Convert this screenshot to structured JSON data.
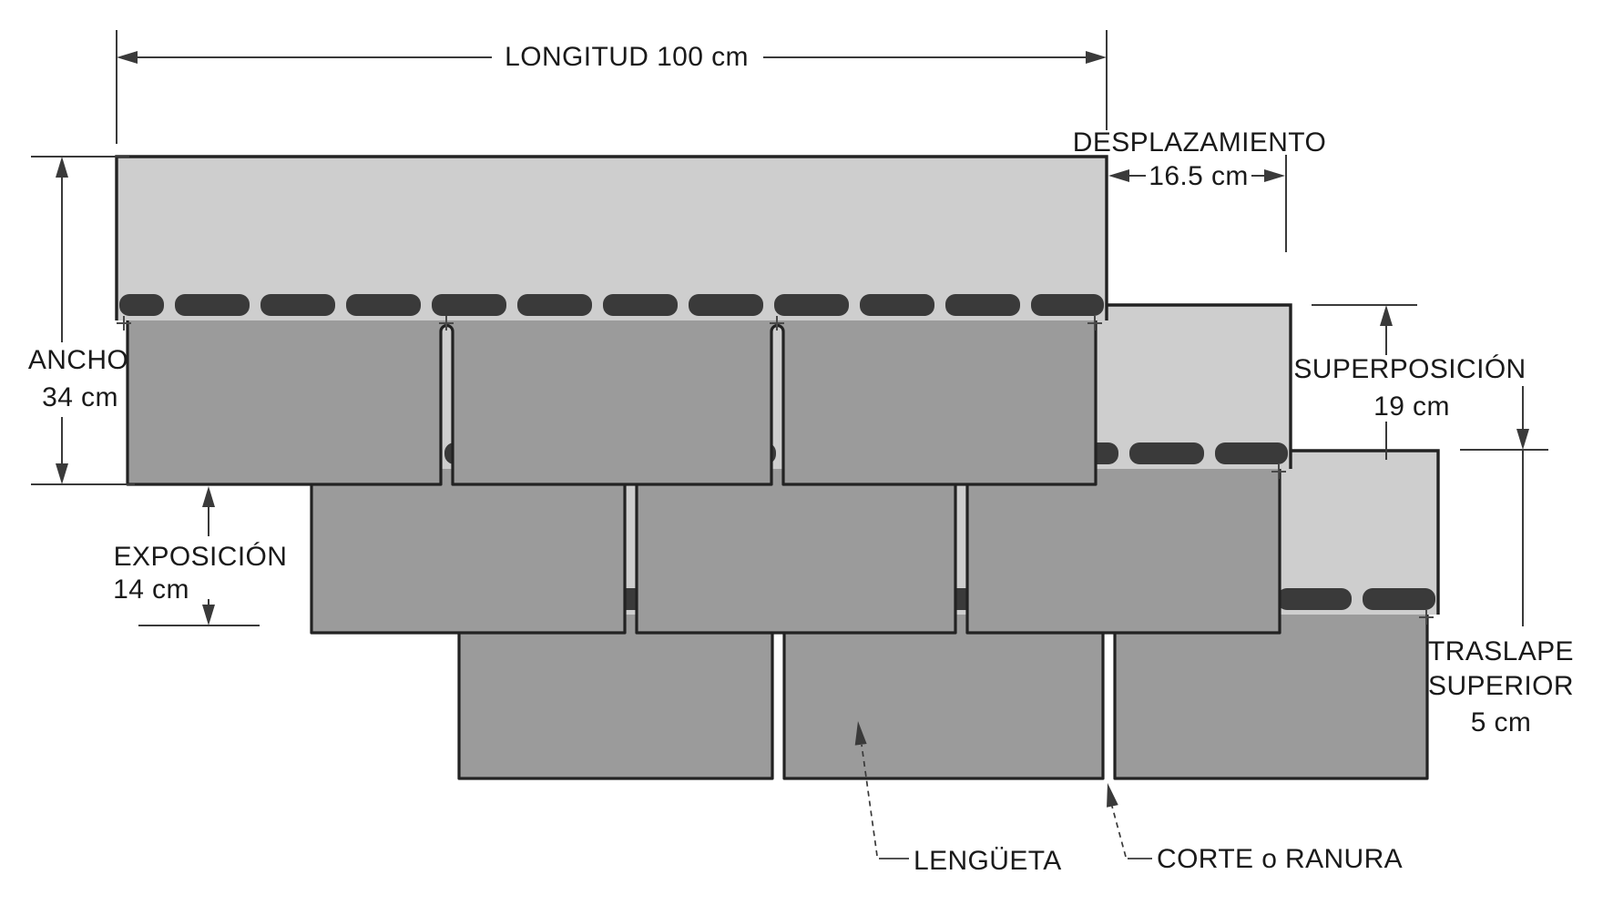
{
  "figure": {
    "background": "#ffffff",
    "colors": {
      "shingle_headlap": "#cecece",
      "shingle_tab": "#9b9b9b",
      "sealant_dash": "#3a3a3a",
      "outline": "#222222",
      "dimension_lines": "#3a3a3a",
      "registration_mark": "#4a4a4a",
      "label_text": "#1a1a1a"
    },
    "labels": {
      "longitud": "LONGITUD 100 cm",
      "desplazamiento": "DESPLAZAMIENTO",
      "desplazamiento_value": "16.5 cm",
      "ancho": "ANCHO",
      "ancho_value": "34 cm",
      "superposicion": "SUPERPOSICIÓN",
      "superposicion_value": "19 cm",
      "exposicion": "EXPOSICIÓN",
      "exposicion_value": "14 cm",
      "traslape_superior_line1": "TRASLAPE",
      "traslape_superior_line2": "SUPERIOR",
      "traslape_superior_value": "5 cm",
      "lengueta": "LENGÜETA",
      "corte_o_ranura": "CORTE o RANURA"
    },
    "measurements_cm": {
      "longitud": 100,
      "desplazamiento": 16.5,
      "ancho": 34,
      "superposicion": 19,
      "exposicion": 14,
      "traslape_superior": 5
    }
  }
}
